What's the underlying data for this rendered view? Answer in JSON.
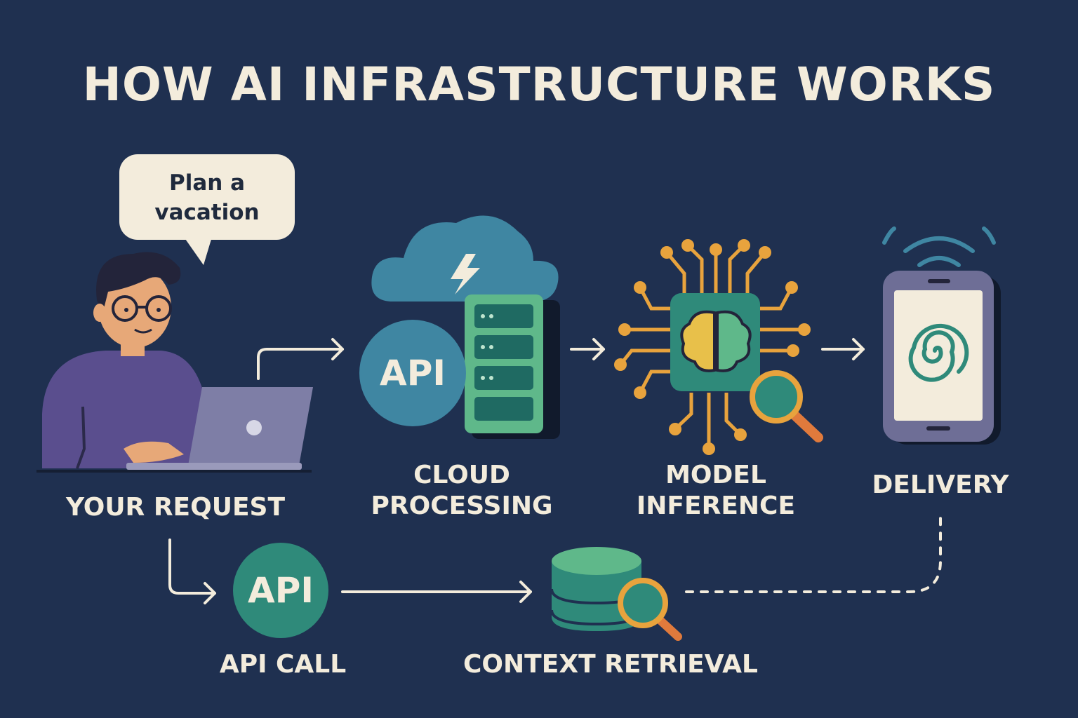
{
  "title": "HOW AI INFRASTRUCTURE WORKS",
  "speech_bubble": {
    "line1": "Plan a",
    "line2": "vacation"
  },
  "steps": {
    "request": "YOUR REQUEST",
    "cloud": {
      "line1": "CLOUD",
      "line2": "PROCESSING"
    },
    "model": {
      "line1": "MODEL",
      "line2": "INFERENCE"
    },
    "delivery": "DELIVERY",
    "api_call": "API CALL",
    "context": "CONTEXT RETRIEVAL"
  },
  "badges": {
    "cloud_api": "API",
    "api_call": "API"
  },
  "icons": {
    "person": "person-at-laptop-icon",
    "cloud": "cloud-lightning-icon",
    "server": "server-rack-icon",
    "chip": "brain-chip-icon",
    "magnifier": "magnifier-icon",
    "phone": "smartphone-icon",
    "signal": "wifi-signal-icon",
    "database": "database-icon"
  },
  "colors": {
    "background": "#1f3050",
    "text": "#f3ecdc",
    "teal": "#3f86a2",
    "green": "#5fb88a",
    "orange": "#e8a33d",
    "purple": "#5a4e8e"
  }
}
